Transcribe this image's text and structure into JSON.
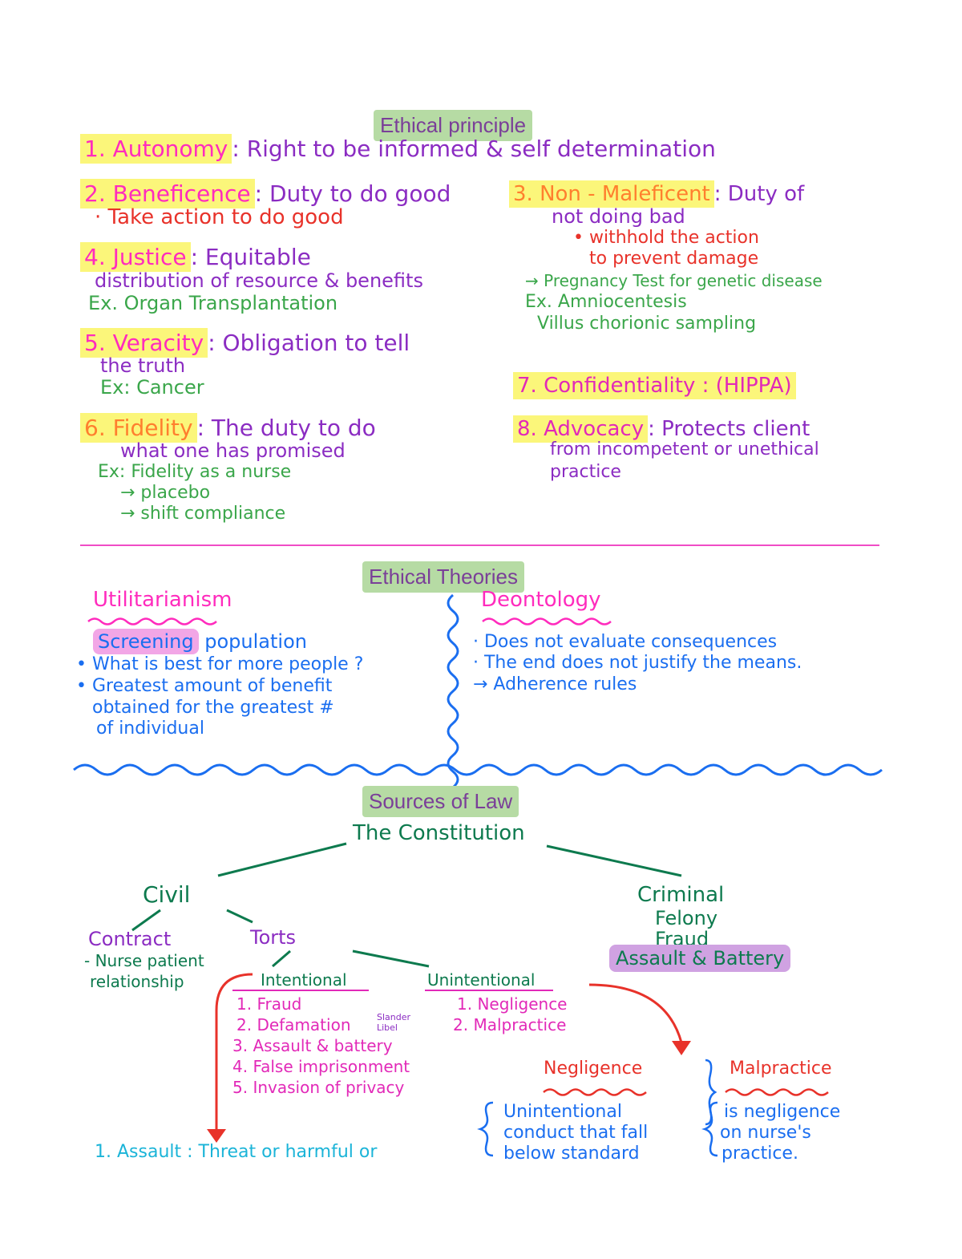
{
  "principles": {
    "heading": "Ethical principle",
    "autonomy": {
      "label": "1. Autonomy",
      "text": ": Right to be informed & self determination"
    },
    "beneficence": {
      "label": "2. Beneficence",
      "text": ": Duty to do good",
      "sub": "· Take action to do good"
    },
    "nonmaleficence": {
      "label": "3. Non - Maleficent",
      "text": ": Duty of",
      "text2": "not doing bad",
      "sub1": "• withhold the action",
      "sub2": "to prevent damage",
      "sub3": "→ Pregnancy Test for genetic disease",
      "ex1": "Ex. Amniocentesis",
      "ex2": "Villus chorionic sampling"
    },
    "justice": {
      "label": "4. Justice",
      "text": ": Equitable",
      "text2": "distribution of resource & benefits",
      "ex": "Ex. Organ Transplantation"
    },
    "veracity": {
      "label": "5. Veracity",
      "text": ": Obligation to tell",
      "text2": "the truth",
      "ex": "Ex: Cancer"
    },
    "confidentiality": {
      "label": "7. Confidentiality : (HIPPA)"
    },
    "fidelity": {
      "label": "6. Fidelity",
      "text": ": The duty to do",
      "text2": "what one has promised",
      "ex": "Ex: Fidelity as a nurse",
      "ex2": "→ placebo",
      "ex3": "→ shift compliance"
    },
    "advocacy": {
      "label": "8. Advocacy",
      "text": ": Protects client",
      "text2": "from incompetent or unethical",
      "text3": "practice"
    }
  },
  "theories": {
    "heading": "Ethical Theories",
    "utilitarianism": {
      "title": "Utilitarianism",
      "highlight": "Screening",
      "line1": "population",
      "line2": "• What is best for more people ?",
      "line3": "• Greatest amount of benefit",
      "line4": "obtained for the greatest #",
      "line5": "of individual"
    },
    "deontology": {
      "title": "Deontology",
      "line1": "· Does not evaluate consequences",
      "line2": "· The end does not justify the means.",
      "line3": "→ Adherence rules"
    }
  },
  "law": {
    "heading": "Sources of Law",
    "root": "The Constitution",
    "civil": "Civil",
    "criminal": {
      "title": "Criminal",
      "item1": "Felony",
      "item2": "Fraud",
      "item3": "Assault & Battery"
    },
    "contract": {
      "title": "Contract",
      "line1": "- Nurse patient",
      "line2": "relationship"
    },
    "torts": "Torts",
    "intentional": {
      "title": "Intentional",
      "items": [
        "1. Fraud",
        "2. Defamation",
        "3. Assault & battery",
        "4. False imprisonment",
        "5. Invasion of privacy"
      ],
      "defamation_note1": "Slander",
      "defamation_note2": "Libel"
    },
    "unintentional": {
      "title": "Unintentional",
      "items": [
        "1. Negligence",
        "2. Malpractice"
      ]
    },
    "negligence": {
      "title": "Negligence",
      "line1": "Unintentional",
      "line2": "conduct that fall",
      "line3": "below standard"
    },
    "malpractice": {
      "title": "Malpractice",
      "line1": "is negligence",
      "line2": "on nurse's",
      "line3": "practice."
    },
    "assault_def": "1. Assault : Threat or harmful or"
  },
  "colors": {
    "heading_bg": "#b6dba4",
    "highlight_yellow": "#fbf67a",
    "divider_pink": "#f04dc6",
    "wavy_blue": "#1a6ef0",
    "tree_green": "#0d7a4e",
    "arrow_red": "#e8322a"
  }
}
